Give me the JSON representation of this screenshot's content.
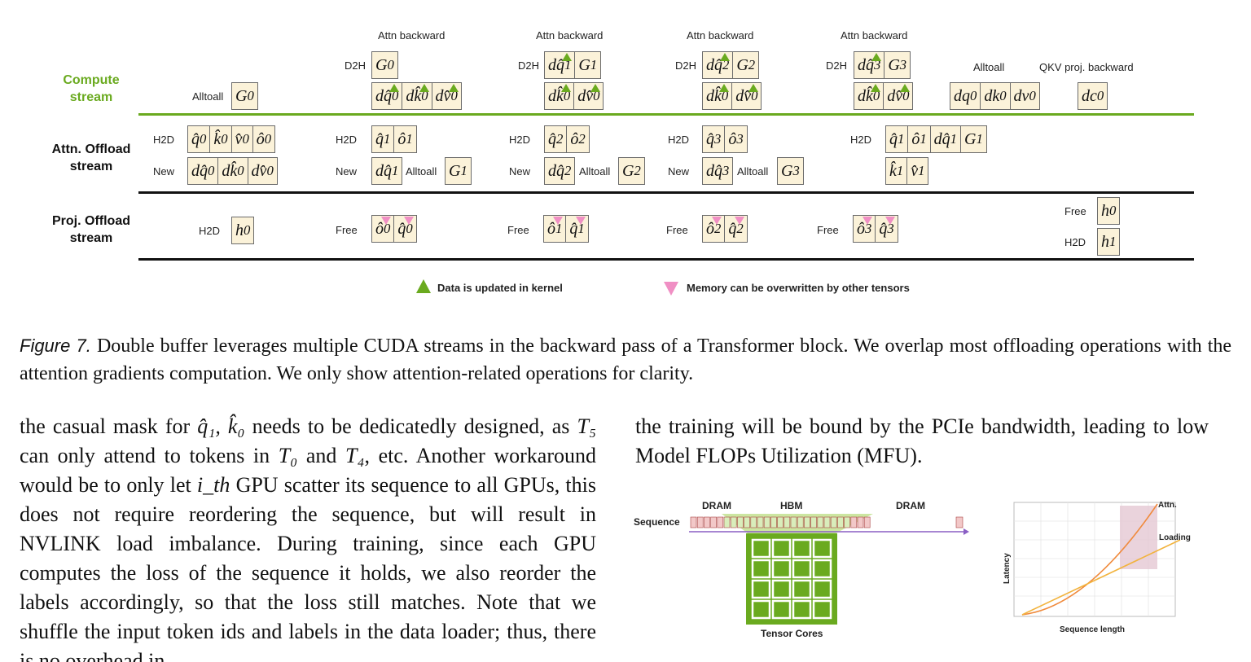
{
  "figure": {
    "streams": {
      "compute": [
        "Compute",
        "stream"
      ],
      "attn_offload": [
        "Attn. Offload",
        "stream"
      ],
      "proj_offload": [
        "Proj. Offload",
        "stream"
      ]
    },
    "labels": {
      "attn_backward": "Attn backward",
      "d2h": "D2H",
      "h2d": "H2D",
      "new": "New",
      "alltoall": "Alltoall",
      "free": "Free",
      "qkv_proj_backward": "QKV proj. backward"
    },
    "legend": {
      "updated": "Data is updated in kernel",
      "overwritten": "Memory can be overwritten by other tensors"
    },
    "colors": {
      "accent_green": "#6aaa1f",
      "triangle_pink": "#f08fc4",
      "box_fill": "#fbf2d9"
    }
  },
  "caption": {
    "label": "Figure 7.",
    "text": "Double buffer leverages multiple CUDA streams in the backward pass of a Transformer block. We overlap most offloading operations with the attention gradients computation. We only show attention-related operations for clarity."
  },
  "left_column": {
    "p1": "the casual mask for ",
    "p1_math": "q̂₁, k̂₀",
    "p2": " needs to be dedicatedly designed, as ",
    "p2_math": "T₅",
    "p3": " can only attend to tokens in ",
    "p3_math_a": "T₀",
    "p3_and": " and ",
    "p3_math_b": "T₄",
    "p4": ", etc. Another workaround would be to only let ",
    "p4_math": "i_th",
    "p5": " GPU scatter its sequence to all GPUs, this does not require reordering the sequence, but will result in NVLINK load imbalance. During training, since each GPU computes the loss of the sequence it holds, we also reorder the labels accordingly, so that the loss still matches. Note that we shuffle the input token ids and labels in the data loader; thus, there is no overhead in"
  },
  "right_column": {
    "text": "the training will be bound by the PCIe bandwidth, leading to low Model FLOPs Utilization (MFU)."
  },
  "mem_diagram": {
    "sequence": "Sequence",
    "dram_left": "DRAM",
    "hbm": "HBM",
    "dram_right": "DRAM",
    "tensor_cores": "Tensor Cores"
  },
  "latency_plot": {
    "ylabel": "Latency",
    "xlabel": "Sequence length",
    "series_attn": "Attn.",
    "series_loading": "Loading"
  }
}
